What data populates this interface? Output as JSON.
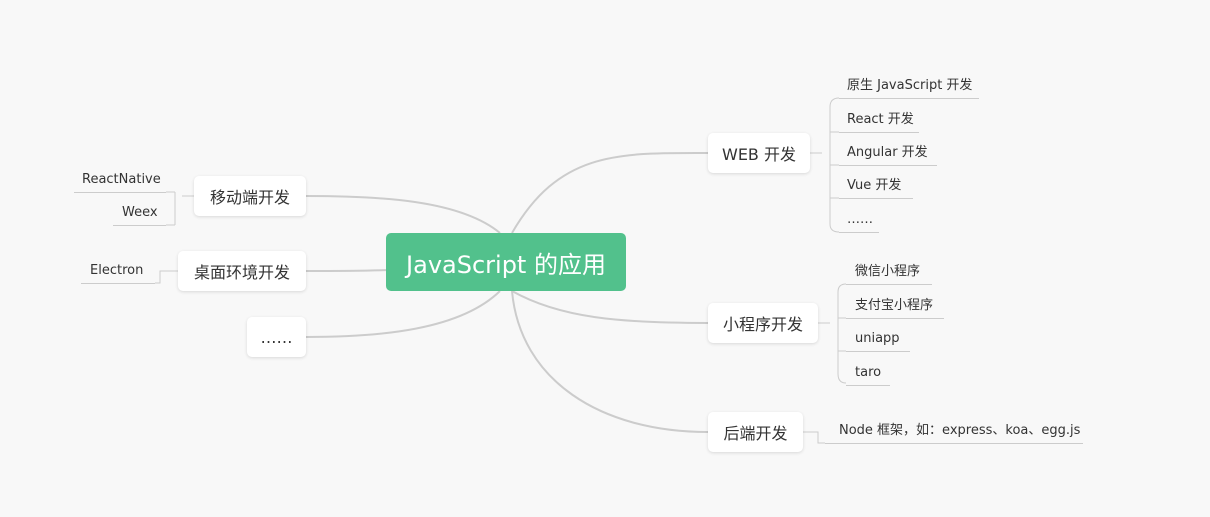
{
  "root": {
    "label": "JavaScript 的应用"
  },
  "left": {
    "mobile": {
      "label": "移动端开发",
      "children": [
        "ReactNative",
        "Weex"
      ]
    },
    "desktop": {
      "label": "桌面环境开发",
      "children": [
        "Electron"
      ]
    },
    "more": {
      "label": "……"
    }
  },
  "right": {
    "web": {
      "label": "WEB 开发",
      "children": [
        "原生 JavaScript 开发",
        "React 开发",
        "Angular 开发",
        "Vue 开发",
        "……"
      ]
    },
    "miniprogram": {
      "label": "小程序开发",
      "children": [
        "微信小程序",
        "支付宝小程序",
        "uniapp",
        "taro"
      ]
    },
    "backend": {
      "label": "后端开发",
      "children": [
        "Node 框架，如：express、koa、egg.js"
      ]
    }
  },
  "colors": {
    "root": "#52c18c",
    "branch_line": "#cccccc",
    "background": "#f8f8f8"
  }
}
